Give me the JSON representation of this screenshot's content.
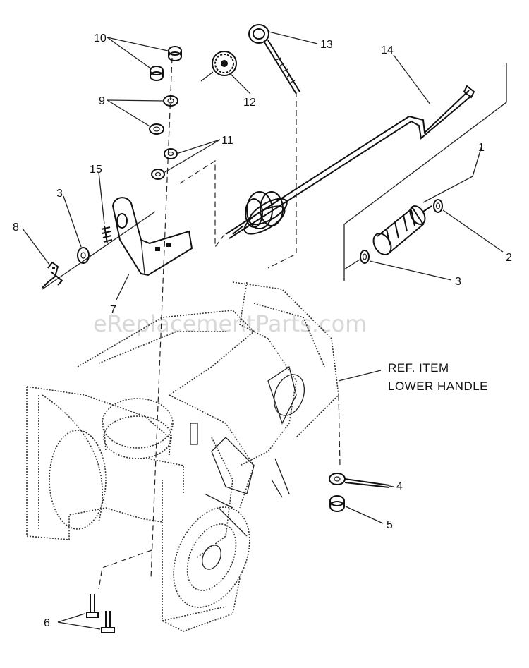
{
  "watermark": "eReplacementParts.com",
  "callouts": {
    "c1": "1",
    "c2": "2",
    "c3a": "3",
    "c3b": "3",
    "c4": "4",
    "c5": "5",
    "c6": "6",
    "c7": "7",
    "c8": "8",
    "c9": "9",
    "c10": "10",
    "c11": "11",
    "c12": "12",
    "c13": "13",
    "c14": "14",
    "c15": "15"
  },
  "reference_label": {
    "line1": "REF. ITEM",
    "line2": "LOWER HANDLE"
  }
}
